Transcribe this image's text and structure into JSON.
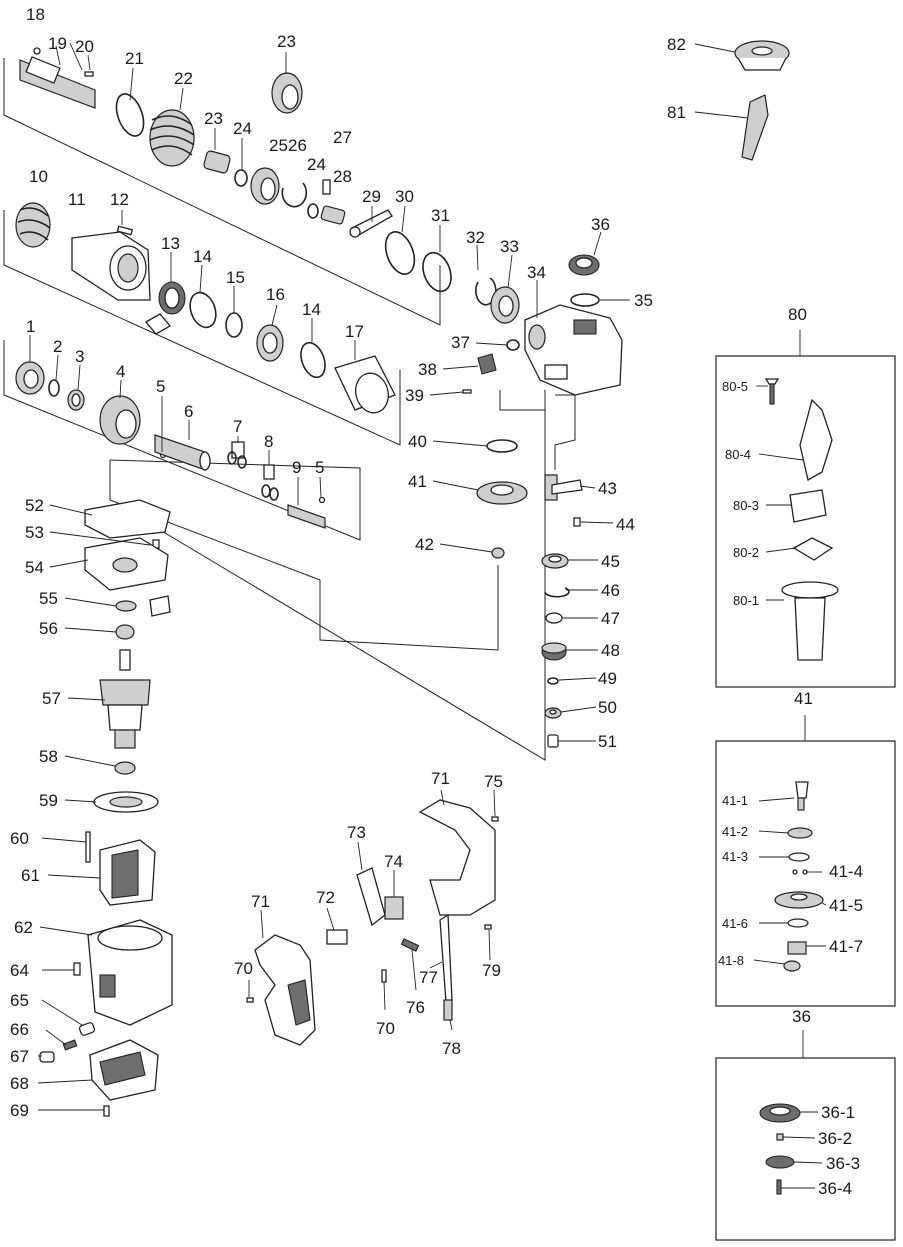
{
  "diagram": {
    "labels": {
      "p1": "1",
      "p2": "2",
      "p3": "3",
      "p4": "4",
      "p5a": "5",
      "p5b": "5",
      "p6": "6",
      "p7": "7",
      "p8": "8",
      "p9": "9",
      "p10": "10",
      "p11": "11",
      "p12": "12",
      "p13": "13",
      "p14a": "14",
      "p14b": "14",
      "p15": "15",
      "p16": "16",
      "p17": "17",
      "p18": "18",
      "p19": "19",
      "p20": "20",
      "p21": "21",
      "p22": "22",
      "p23a": "23",
      "p23b": "23",
      "p24a": "24",
      "p24b": "24",
      "p25": "25",
      "p26": "26",
      "p27": "27",
      "p28": "28",
      "p29": "29",
      "p30": "30",
      "p31": "31",
      "p32": "32",
      "p33": "33",
      "p34": "34",
      "p35": "35",
      "p36": "36",
      "p37": "37",
      "p38": "38",
      "p39": "39",
      "p40": "40",
      "p41": "41",
      "p42": "42",
      "p43": "43",
      "p44": "44",
      "p45": "45",
      "p46": "46",
      "p47": "47",
      "p48": "48",
      "p49": "49",
      "p50": "50",
      "p51": "51",
      "p52": "52",
      "p53": "53",
      "p54": "54",
      "p55": "55",
      "p56": "56",
      "p57": "57",
      "p58": "58",
      "p59": "59",
      "p60": "60",
      "p61": "61",
      "p62": "62",
      "p64": "64",
      "p65": "65",
      "p66": "66",
      "p67": "67",
      "p68": "68",
      "p69": "69",
      "p70a": "70",
      "p70b": "70",
      "p71a": "71",
      "p71b": "71",
      "p72": "72",
      "p73": "73",
      "p74": "74",
      "p75": "75",
      "p76": "76",
      "p77": "77",
      "p78": "78",
      "p79": "79",
      "p81": "81",
      "p82": "82"
    },
    "box80": {
      "title": "80",
      "items": [
        "80-5",
        "80-4",
        "80-3",
        "80-2",
        "80-1"
      ]
    },
    "box41": {
      "title": "41",
      "items": [
        "41-1",
        "41-2",
        "41-3",
        "41-4",
        "41-5",
        "41-6",
        "41-7",
        "41-8"
      ]
    },
    "box36": {
      "title": "36",
      "items": [
        "36-1",
        "36-2",
        "36-3",
        "36-4"
      ]
    }
  }
}
